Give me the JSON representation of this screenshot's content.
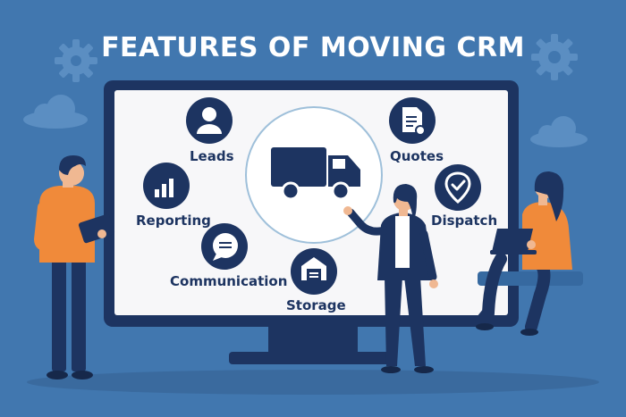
{
  "title": "FEATURES OF MOVING CRM",
  "features": [
    {
      "label": "Leads",
      "icon": "person-icon"
    },
    {
      "label": "Quotes",
      "icon": "document-icon"
    },
    {
      "label": "Reporting",
      "icon": "bar-chart-icon"
    },
    {
      "label": "Dispatch",
      "icon": "check-badge-icon"
    },
    {
      "label": "Communication",
      "icon": "chat-bubble-icon"
    },
    {
      "label": "Storage",
      "icon": "warehouse-icon"
    }
  ],
  "center_icon": "truck-icon",
  "colors": {
    "background": "#4177af",
    "screen": "#f7f7f9",
    "navy": "#1d3461",
    "orange": "#f08a3a",
    "circle_ring": "#9fc0da"
  }
}
